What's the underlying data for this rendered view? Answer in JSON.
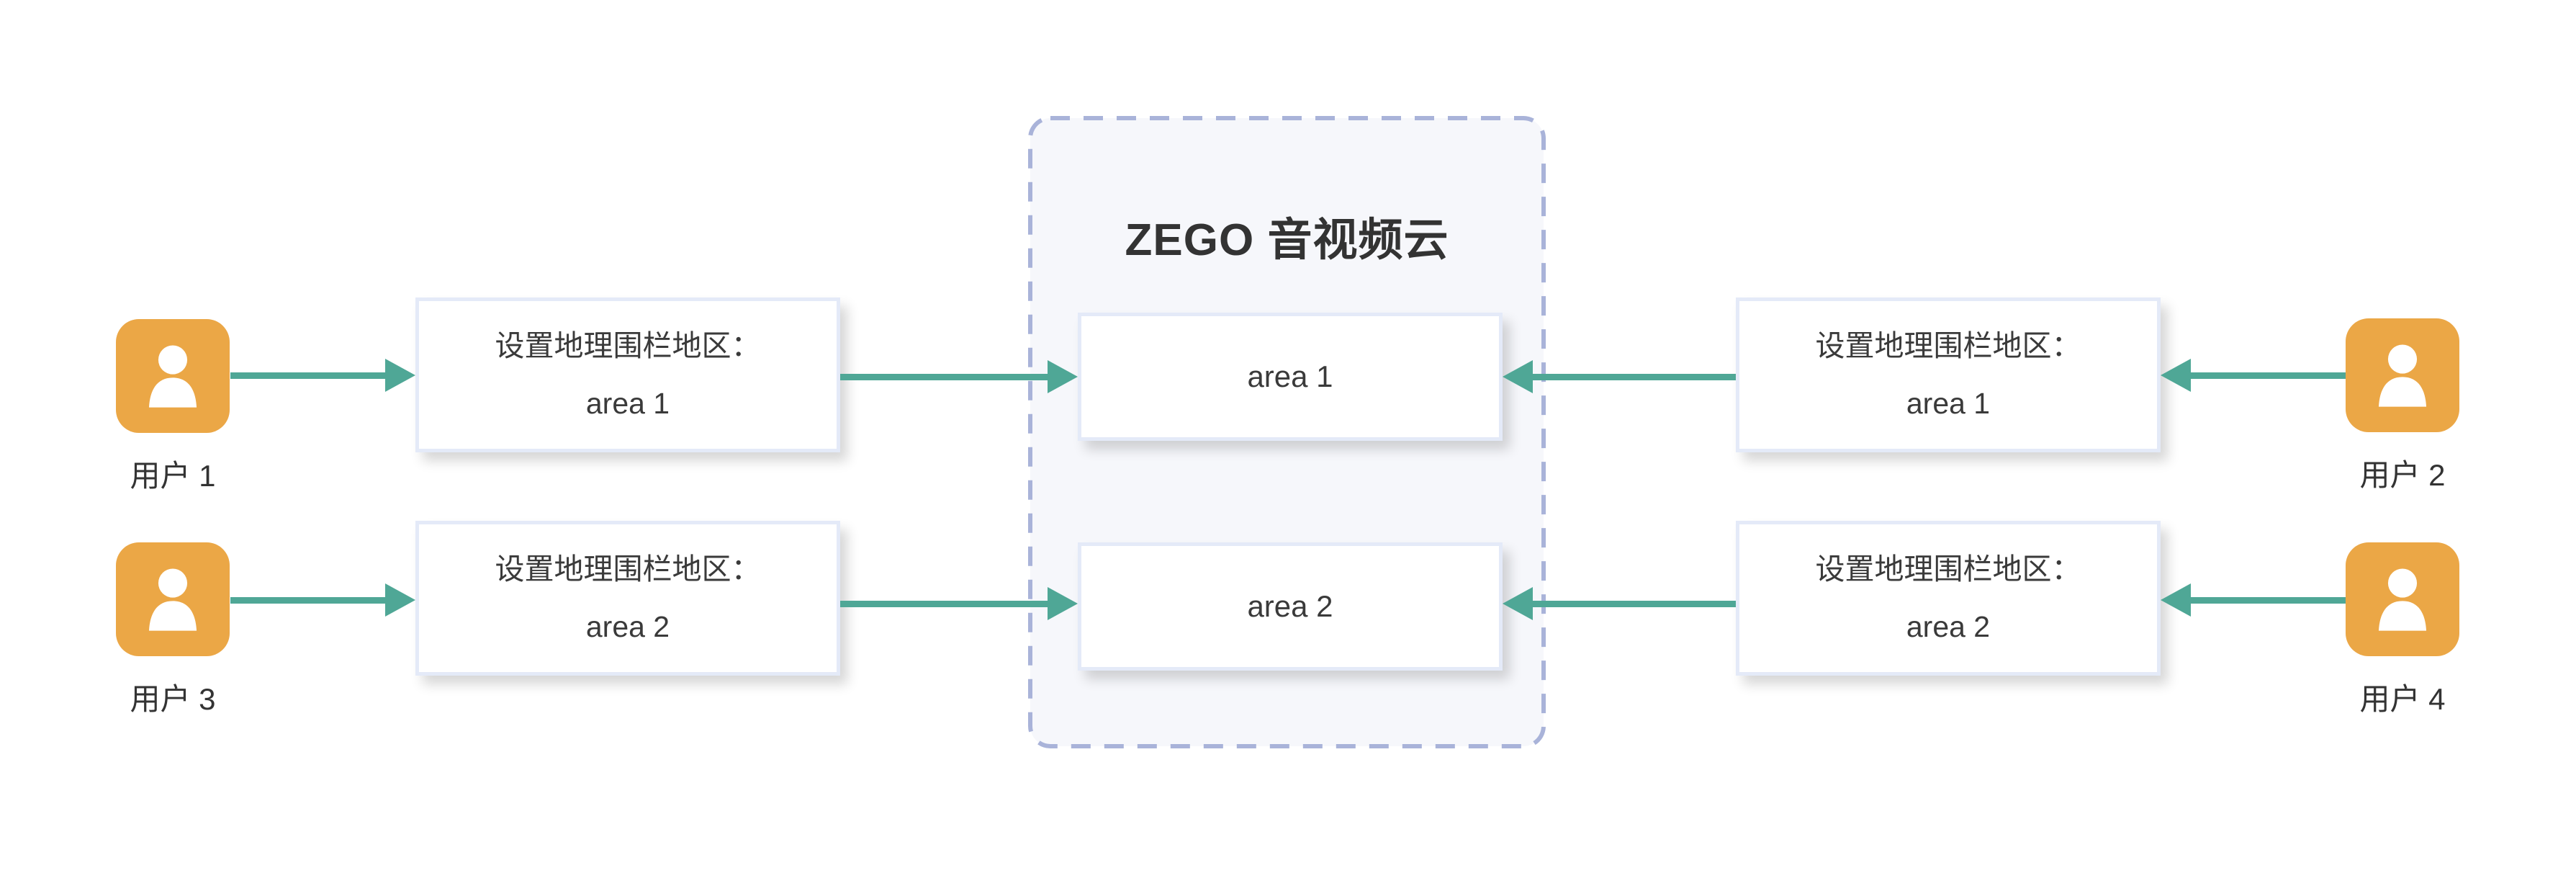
{
  "diagram": {
    "title": "ZEGO 音视频云",
    "areas": [
      {
        "label": "area 1"
      },
      {
        "label": "area 2"
      }
    ],
    "geofence_boxes": [
      {
        "side": "left",
        "row": 1,
        "line1": "设置地理围栏地区：",
        "line2": "area 1"
      },
      {
        "side": "left",
        "row": 2,
        "line1": "设置地理围栏地区：",
        "line2": "area 2"
      },
      {
        "side": "right",
        "row": 1,
        "line1": "设置地理围栏地区：",
        "line2": "area 1"
      },
      {
        "side": "right",
        "row": 2,
        "line1": "设置地理围栏地区：",
        "line2": "area 2"
      }
    ],
    "users": [
      {
        "label": "用户 1",
        "icon": "user-icon"
      },
      {
        "label": "用户 2",
        "icon": "user-icon"
      },
      {
        "label": "用户 3",
        "icon": "user-icon"
      },
      {
        "label": "用户 4",
        "icon": "user-icon"
      }
    ],
    "colors": {
      "user_icon_orange": "#eba746",
      "arrow_teal": "#4fa796",
      "cloud_dash_border": "#a9b3d9",
      "cloud_fill": "#f6f7fb",
      "box_border": "#e4eaf8",
      "text": "#333333"
    }
  }
}
